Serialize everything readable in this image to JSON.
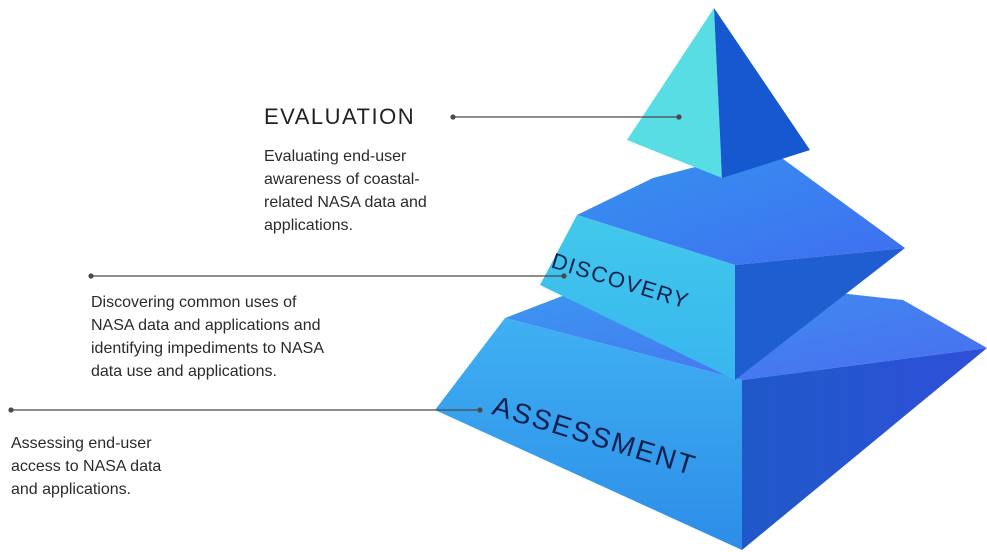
{
  "diagram": {
    "levels": [
      {
        "id": "evaluation",
        "title": "EVALUATION",
        "description": "Evaluating end-user\nawareness of coastal-\nrelated NASA data and\napplications."
      },
      {
        "id": "discovery",
        "title": "DISCOVERY",
        "description": "Discovering common uses of\nNASA data and applications and\nidentifying impediments to NASA\ndata use and applications."
      },
      {
        "id": "assessment",
        "title": "ASSESSMENT",
        "description": "Assessing end-user\naccess to NASA data\nand applications."
      }
    ]
  }
}
